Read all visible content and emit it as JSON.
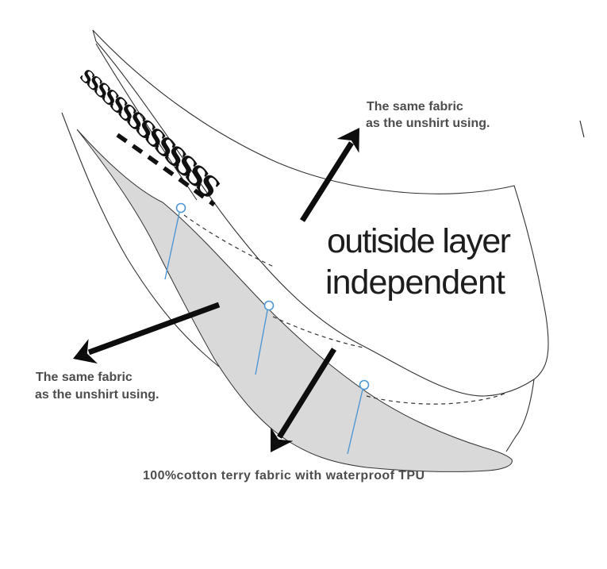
{
  "diagram": {
    "labels": {
      "top": {
        "line1": "The same fabric",
        "line2": "as the unshirt using."
      },
      "left": {
        "line1": "The same fabric",
        "line2": "as the unshirt using."
      },
      "center": {
        "line1": "outiside layer",
        "line2": "independent"
      },
      "bottom": "100%cotton terry fabric with waterproof TPU"
    },
    "stitching": {
      "text": "SSSSSSSSSSSSSS"
    },
    "colors": {
      "line": "#333333",
      "layer_fill": "#d9d9d9",
      "pin": "#4f97d4",
      "label": "#4d4d4d",
      "title": "#1d1d1d",
      "arrow": "#0d0d0d",
      "stitch": "#111111"
    }
  }
}
